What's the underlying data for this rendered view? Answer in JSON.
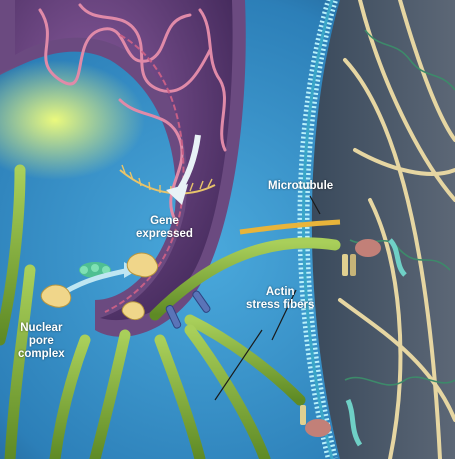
{
  "labels": {
    "microtubule": "Microtubule",
    "gene_expressed": [
      "Gene",
      "expressed"
    ],
    "nuclear_pore_complex": [
      "Nuclear",
      "pore",
      "complex"
    ],
    "actin_stress_fibers": [
      "Actin",
      "stress fibers"
    ]
  },
  "colors": {
    "background_blue": "#2f8fc6",
    "nucleus_purple": "#5a3a6e",
    "nuclear_envelope": "#7a5a8c",
    "chromatin_pink": "#d77c9a",
    "gene_glow": "#e8f05a",
    "actin_green": "#7ea83a",
    "membrane_cyan": "#9fe3ef",
    "filament_tan": "#d9c58a"
  }
}
